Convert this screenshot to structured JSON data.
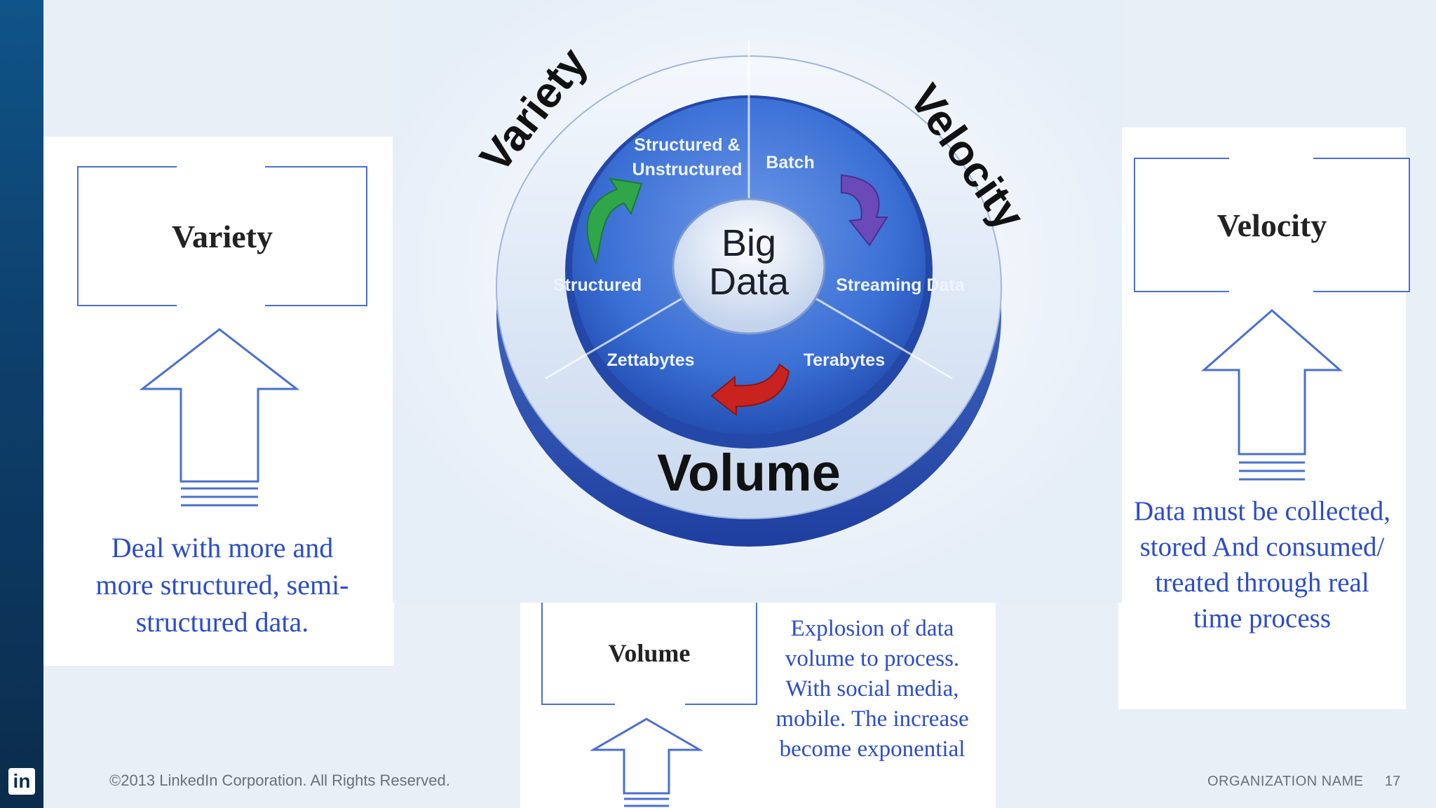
{
  "variety_panel": {
    "title": "Variety",
    "description": "Deal with more and more structured, semi-structured data."
  },
  "velocity_panel": {
    "title": "Velocity",
    "description": "Data must be collected, stored And consumed/ treated through real time process"
  },
  "volume_panel": {
    "title": "Volume",
    "description": "Explosion of data volume to process. With social media, mobile. The increase become exponential"
  },
  "diagram": {
    "center": "Big Data",
    "ring_variety": "Variety",
    "ring_velocity": "Velocity",
    "ring_volume": "Volume",
    "seg_structured_unstructured": "Structured & Unstructured",
    "seg_batch": "Batch",
    "seg_structured": "Structured",
    "seg_streaming": "Streaming Data",
    "seg_zettabytes": "Zettabytes",
    "seg_terabytes": "Terabytes",
    "colors": {
      "ring": "#dce6f6",
      "inner": "#3a6fd4",
      "arrow_green": "#2fa64a",
      "arrow_purple": "#6a49b8",
      "arrow_red": "#c8231f"
    }
  },
  "footer": {
    "copyright": "©2013 LinkedIn Corporation. All Rights Reserved.",
    "org": "ORGANIZATION NAME",
    "page": "17"
  },
  "logo": "in"
}
